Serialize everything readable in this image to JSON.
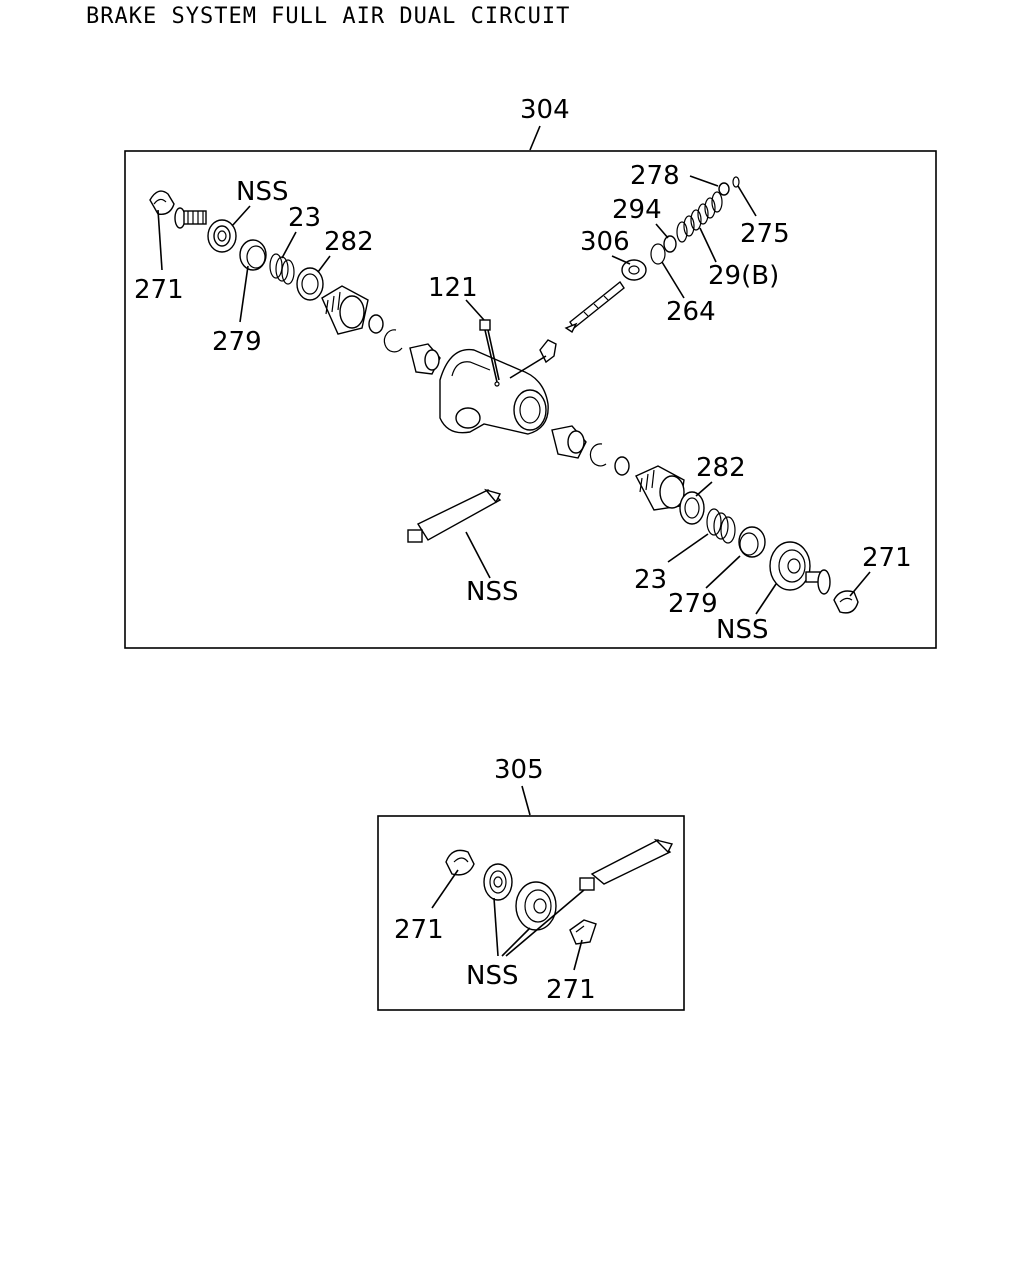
{
  "title": "BRAKE SYSTEM FULL AIR DUAL CIRCUIT",
  "kit_304": {
    "number": "304",
    "labels": {
      "nss_tl": "NSS",
      "l271_tl": "271",
      "l23_t": "23",
      "l282_t": "282",
      "l279_t": "279",
      "l121": "121",
      "l278": "278",
      "l294": "294",
      "l306": "306",
      "l275": "275",
      "l29b": "29(B)",
      "l264": "264",
      "l282_b": "282",
      "l271_br": "271",
      "nss_tube": "NSS",
      "l23_b": "23",
      "l279_b": "279",
      "nss_br": "NSS"
    }
  },
  "kit_305": {
    "number": "305",
    "labels": {
      "l271_l": "271",
      "nss": "NSS",
      "l271_r": "271"
    }
  }
}
